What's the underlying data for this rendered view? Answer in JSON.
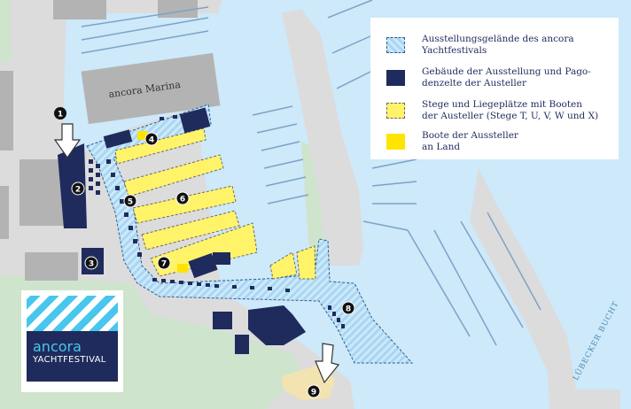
{
  "map": {
    "place_label": "ancora Marina",
    "water_label": "LÜBECKER BUCHT",
    "markers": [
      "1",
      "2",
      "3",
      "4",
      "5",
      "6",
      "7",
      "8",
      "9"
    ]
  },
  "legend": {
    "items": [
      {
        "swatch": "hatched-blue",
        "text": "Ausstellungsgelände des ancora\nYachtfestivals"
      },
      {
        "swatch": "navy",
        "text": "Gebäude der Ausstellung und Pago-\ndenzelte der Austeller"
      },
      {
        "swatch": "yellow-dashed",
        "text": "Stege und Liegeplätze mit Booten\nder Austeller (Stege T, U, V, W und X)"
      },
      {
        "swatch": "yellow",
        "text": "Boote der Aussteller\nan Land"
      }
    ]
  },
  "logo": {
    "brand": "ancora",
    "subtitle": "YACHTFESTIVAL"
  },
  "colors": {
    "water": "#cde9fa",
    "land": "#dcdcdc",
    "building": "#b3b3b3",
    "exhibition": "#a9d6f2",
    "navy": "#1f2b5c",
    "yellow": "#fff36a",
    "green": "#cfe4cc",
    "sand": "#f3e3b0",
    "logo_cyan": "#48c6ee"
  }
}
